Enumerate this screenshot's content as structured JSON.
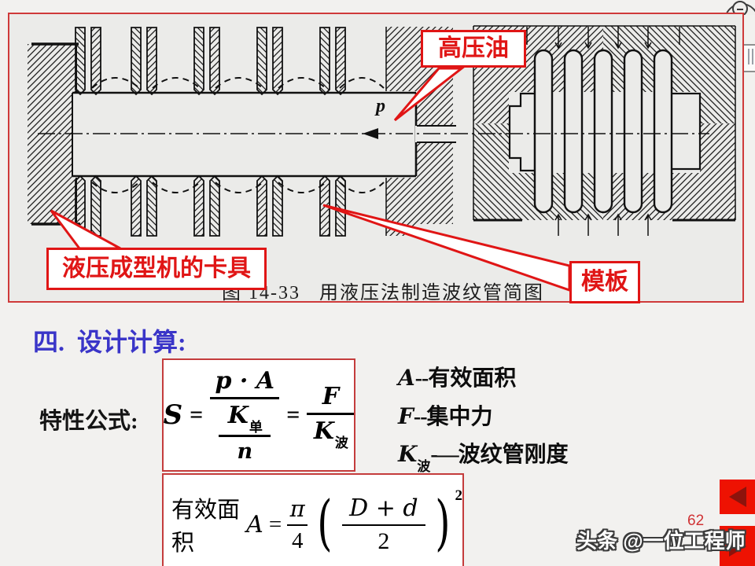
{
  "figure": {
    "caption": "图 14-33   用液压法制造波纹管简图",
    "label_p": "p",
    "callout_oil": "高压油",
    "callout_clamp": "液压成型机的卡具",
    "callout_template": "模板"
  },
  "section": {
    "heading": "四.  设计计算:",
    "formula_label": "特性公式:"
  },
  "formula1": {
    "lhs": "S",
    "eq1": "=",
    "num": "p · A",
    "k1": "K",
    "k1_sub": "单",
    "den2": "n",
    "eq2": "=",
    "num2": "F",
    "k2": "K",
    "k2_sub": "波"
  },
  "definitions": [
    {
      "symbol": "A",
      "sub": "",
      "sep": "--",
      "meaning": "有效面积"
    },
    {
      "symbol": "F",
      "sub": "",
      "sep": "--",
      "meaning": "集中力"
    },
    {
      "symbol": "K",
      "sub": "波",
      "sep": "-—",
      "meaning": "波纹管刚度"
    }
  ],
  "formula2": {
    "prefix": "有效面积",
    "var": "A",
    "eq": "=",
    "pi": "π",
    "four": "4",
    "lparen": "(",
    "inner_num": "D + d",
    "inner_den": "2",
    "rparen": ")",
    "exponent": "2"
  },
  "footer": {
    "page_number": "62",
    "watermark": "头条 @一位工程师"
  },
  "colors": {
    "accent_red": "#e01515",
    "heading_blue": "#3a35c8",
    "nav_red": "#ee1202",
    "nav_arrow_dark": "#8c130c"
  }
}
